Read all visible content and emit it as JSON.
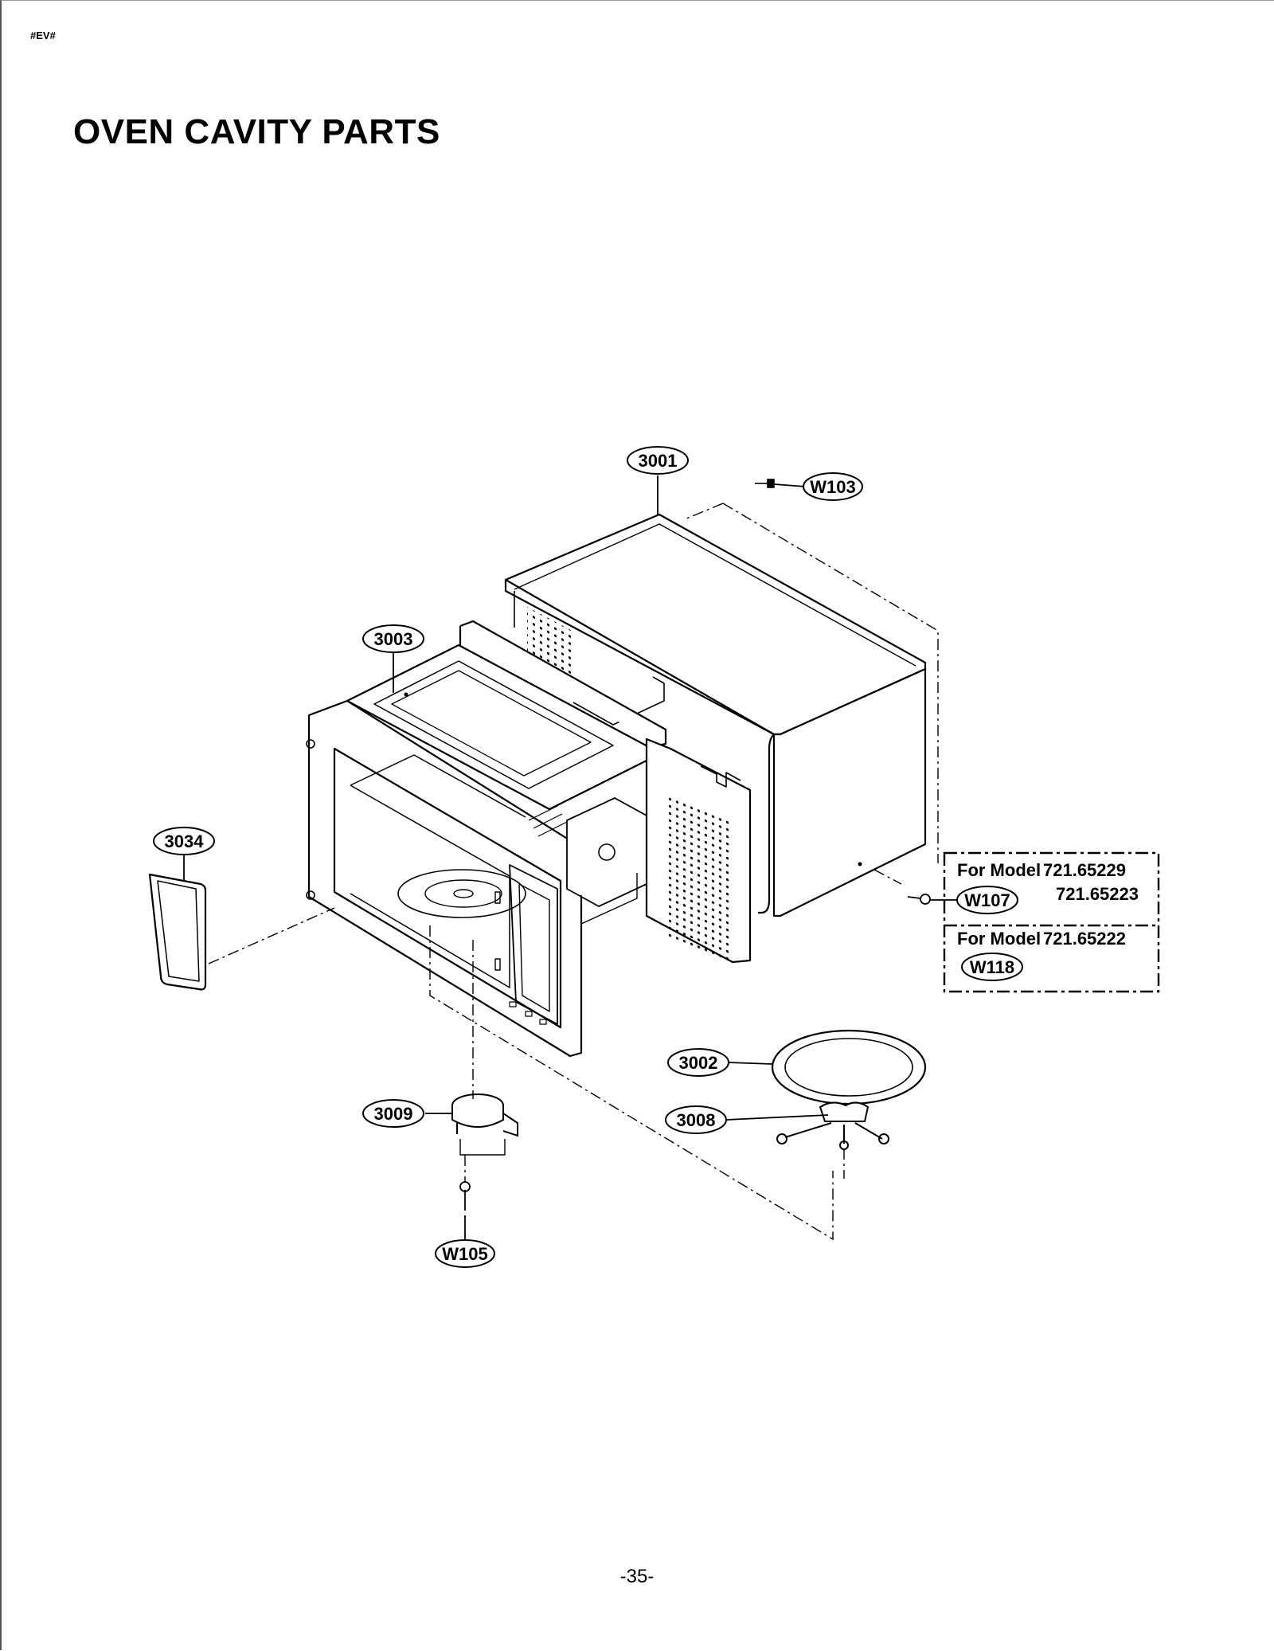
{
  "page": {
    "code": "#EV#",
    "title": "OVEN CAVITY PARTS",
    "page_number": "-35-"
  },
  "diagram": {
    "labels": {
      "p3001": "3001",
      "w103": "W103",
      "p3003": "3003",
      "p3034": "3034",
      "w107": "W107",
      "w118": "W118",
      "p3002": "3002",
      "p3008": "3008",
      "p3009": "3009",
      "w105": "W105"
    },
    "notes": {
      "for_model_1": "For Model",
      "model_a": "721.65229",
      "model_b": "721.65223",
      "for_model_2": "For Model",
      "model_c": "721.65222"
    }
  }
}
